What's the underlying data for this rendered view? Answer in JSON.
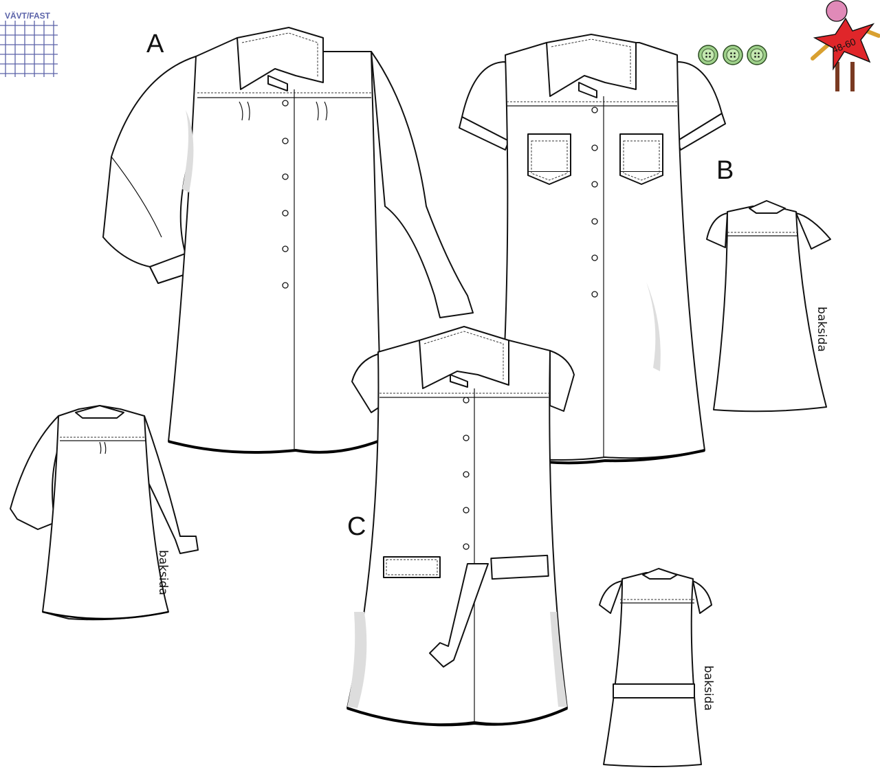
{
  "fabric_label": "VÄVT/FAST",
  "size_badge": "48-60",
  "views": {
    "a": {
      "label": "A",
      "back_label": "baksida"
    },
    "b": {
      "label": "B",
      "back_label": "baksida"
    },
    "c": {
      "label": "C",
      "back_label": "baksida"
    }
  },
  "colors": {
    "grid": "#5a62a8",
    "button": "#9ed08a",
    "star": "#e0262a",
    "head": "#e08ab8",
    "arms": "#d9a030",
    "legs": "#7a3a22"
  }
}
